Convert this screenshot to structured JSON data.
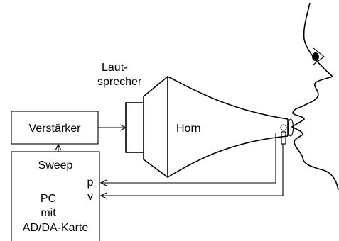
{
  "labels": {
    "speaker_line1": "Laut-",
    "speaker_line2": "sprecher",
    "amplifier": "Verstärker",
    "horn": "Horn",
    "sweep": "Sweep",
    "pc_line1": "PC",
    "pc_line2": "mit",
    "pc_line3": "AD/DA-Karte",
    "signal_p": "p",
    "signal_v": "v"
  },
  "colors": {
    "line": "#000000",
    "background": "#ffffff"
  }
}
